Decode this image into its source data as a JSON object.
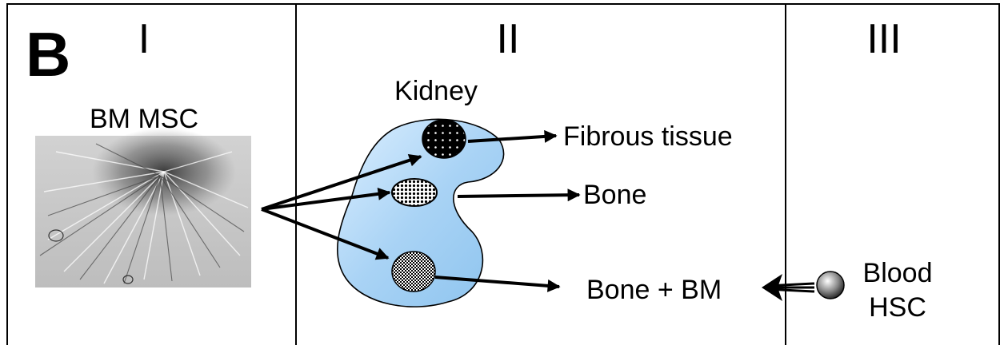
{
  "panel_letter": "B",
  "columns": [
    {
      "numeral": "I"
    },
    {
      "numeral": "II"
    },
    {
      "numeral": "III"
    }
  ],
  "labels": {
    "bm_msc": "BM MSC",
    "kidney": "Kidney",
    "fibrous_tissue": "Fibrous tissue",
    "bone": "Bone",
    "bone_bm": "Bone + BM",
    "blood": "Blood",
    "hsc": "HSC"
  },
  "colors": {
    "kidney_fill": "#a9d3f5",
    "ink": "#000000"
  }
}
